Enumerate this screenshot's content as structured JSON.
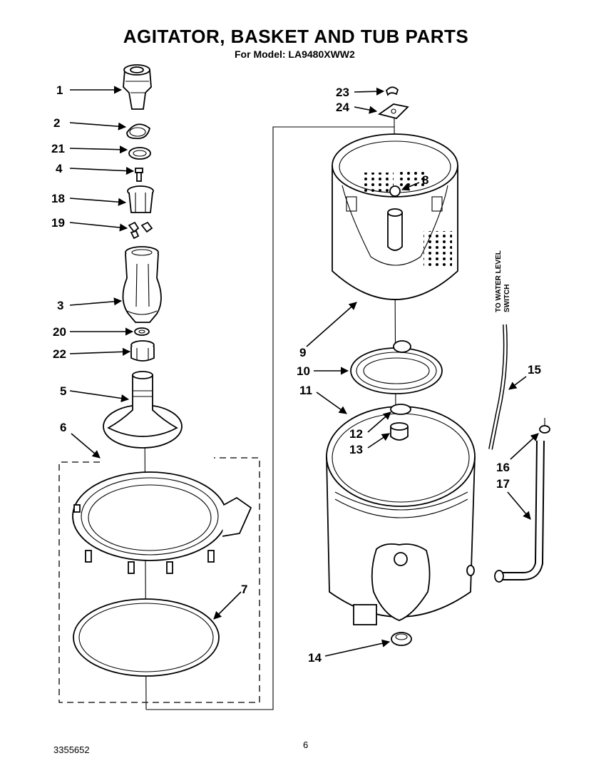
{
  "title": "AGITATOR, BASKET AND TUB PARTS",
  "subtitle": "For Model: LA9480XWW2",
  "doc_number": "3355652",
  "page_number": "6",
  "side_note": {
    "line1": "TO WATER LEVEL",
    "line2": "SWITCH"
  },
  "callouts": {
    "p1": "1",
    "p2": "2",
    "p21": "21",
    "p4": "4",
    "p18": "18",
    "p19": "19",
    "p3": "3",
    "p20": "20",
    "p22": "22",
    "p5": "5",
    "p6": "6",
    "p7": "7",
    "p23": "23",
    "p24": "24",
    "p8": "8",
    "p9": "9",
    "p10": "10",
    "p11": "11",
    "p12": "12",
    "p13": "13",
    "p14": "14",
    "p15": "15",
    "p16": "16",
    "p17": "17"
  }
}
